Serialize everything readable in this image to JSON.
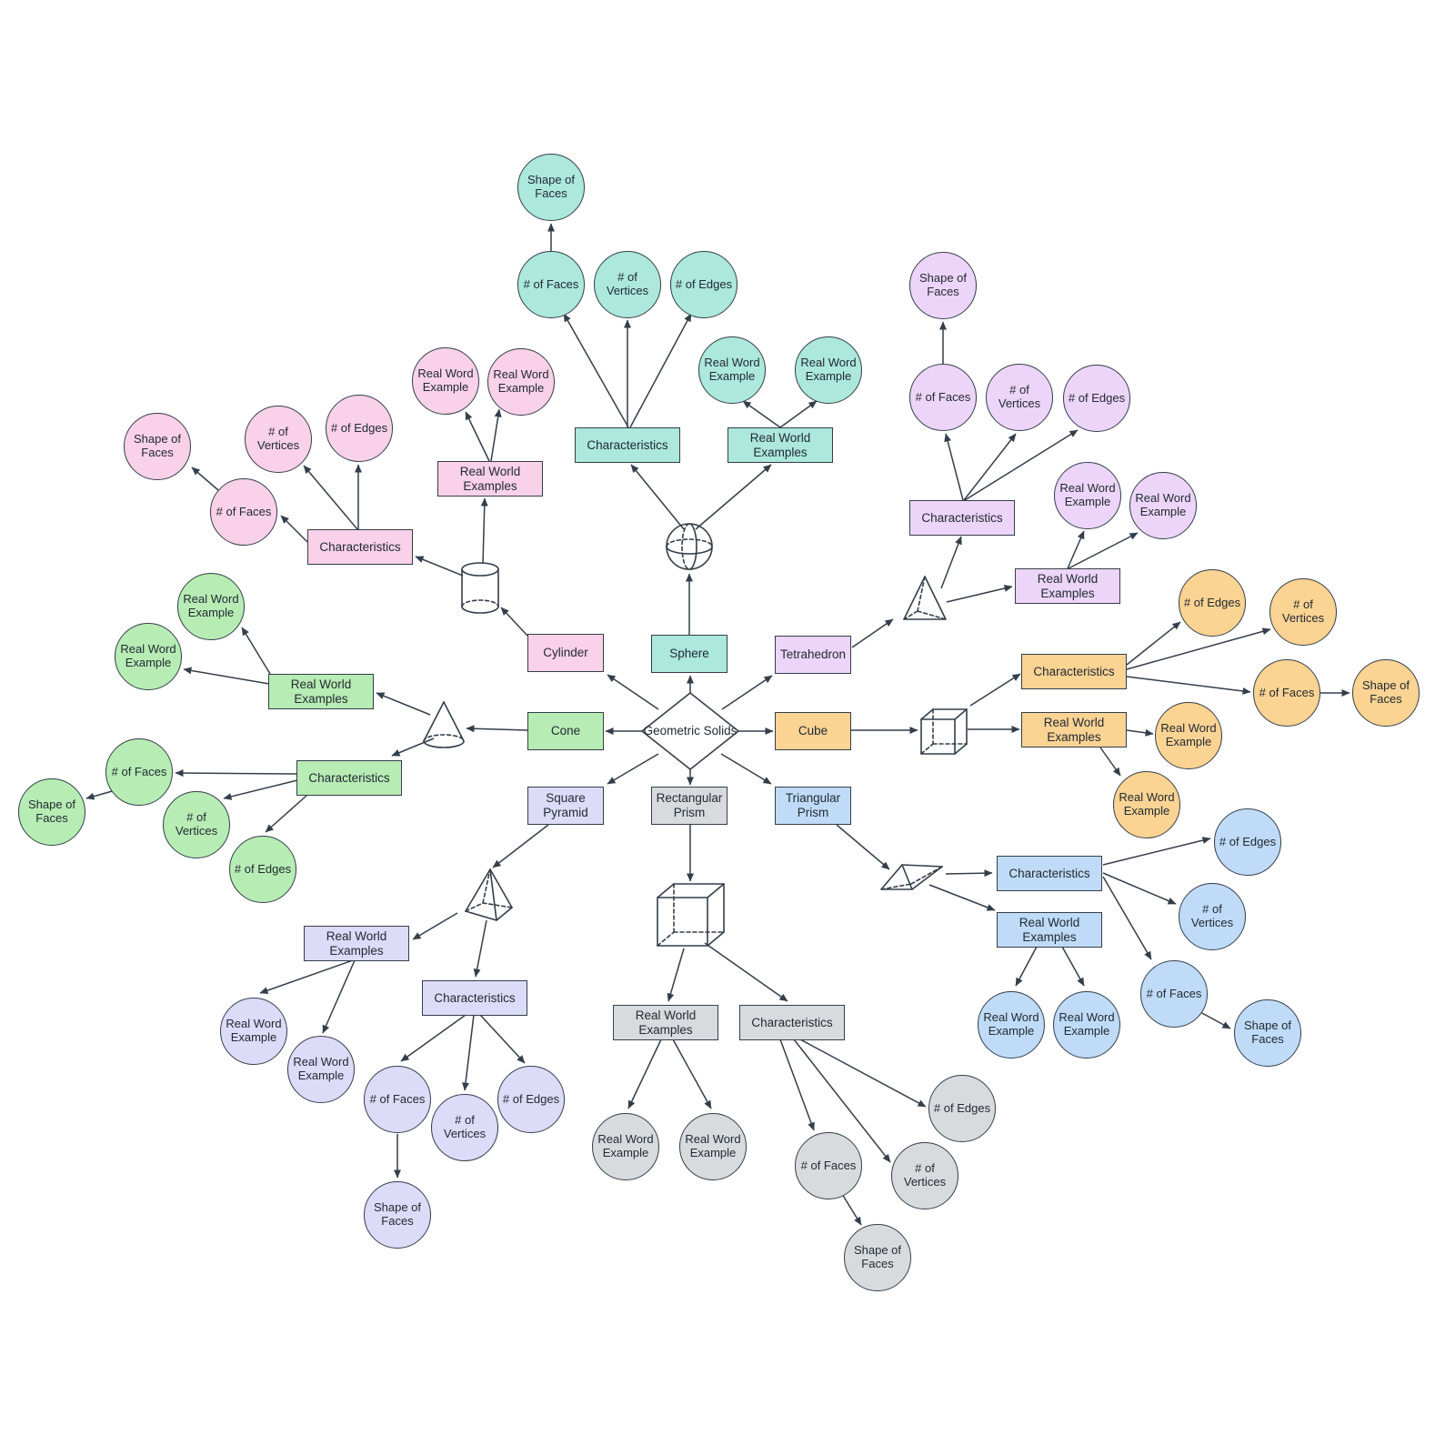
{
  "hub": {
    "label": "Geometric Solids"
  },
  "labels": {
    "characteristics": "Characteristics",
    "real_world_examples": "Real World Examples",
    "num_faces": "# of Faces",
    "num_vertices": "# of Vertices",
    "num_edges": "# of Edges",
    "shape_of_faces": "Shape of Faces",
    "real_word_example": "Real Word Example"
  },
  "solids": {
    "cylinder": {
      "label": "Cylinder",
      "color": "#f9d1e9"
    },
    "sphere": {
      "label": "Sphere",
      "color": "#ace8db"
    },
    "tetrahedron": {
      "label": "Tetrahedron",
      "color": "#ecd5f8"
    },
    "cone": {
      "label": "Cone",
      "color": "#b7ecb4"
    },
    "cube": {
      "label": "Cube",
      "color": "#fbd392"
    },
    "square_pyramid": {
      "label": "Square Pyramid",
      "color": "#dcdbf8"
    },
    "rectangular_prism": {
      "label": "Rectangular Prism",
      "color": "#d8dbde"
    },
    "triangular_prism": {
      "label": "Triangular Prism",
      "color": "#bfdbf7"
    }
  },
  "icons": {
    "cylinder": "cylinder-3d-icon",
    "sphere": "sphere-3d-icon",
    "tetrahedron": "tetrahedron-3d-icon",
    "cone": "cone-3d-icon",
    "cube": "cube-3d-icon",
    "square_pyramid": "square-pyramid-3d-icon",
    "rectangular_prism": "rectangular-prism-3d-icon",
    "triangular_prism": "triangular-prism-3d-icon"
  },
  "colors": {
    "stroke": "#343e4b",
    "text": "#222a33",
    "background": "#ffffff"
  }
}
